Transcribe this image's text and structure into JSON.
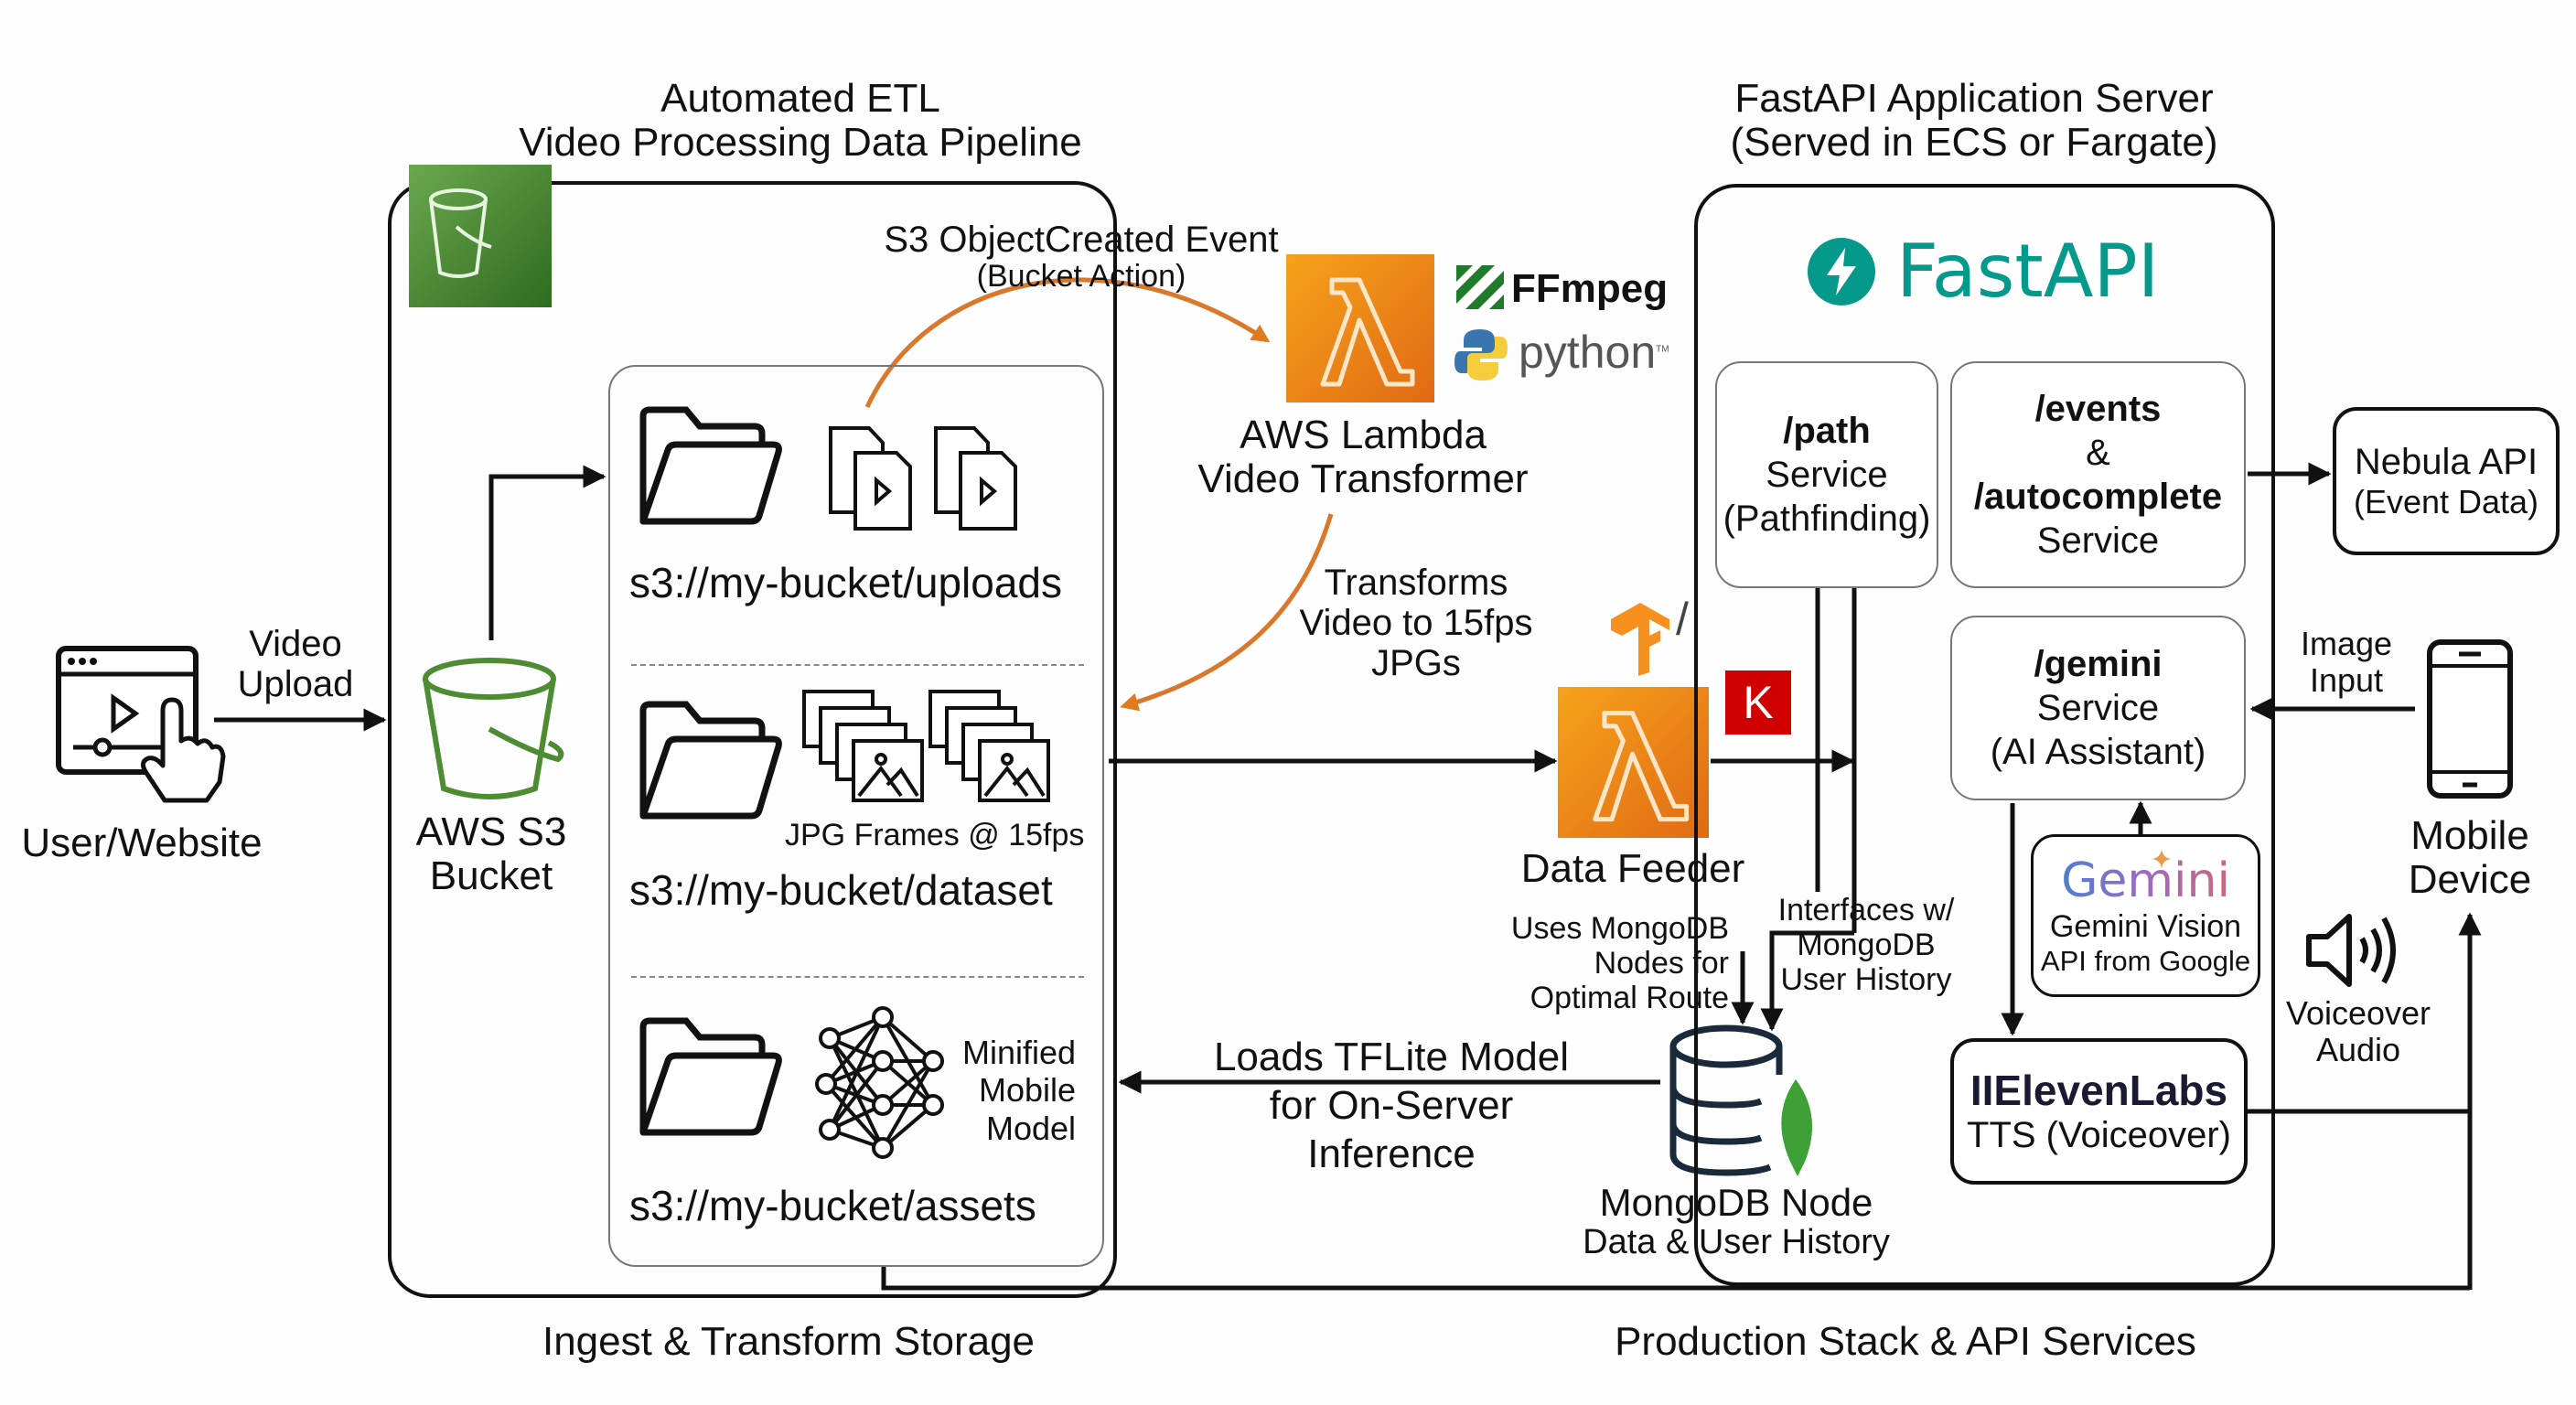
{
  "colors": {
    "aws_orange": "#F28A1E",
    "s3_green": "#3F8624",
    "fastapi_teal": "#05998B",
    "arrow_orange": "#D9782A",
    "mongo_green": "#3FA037",
    "keras_red": "#D00000",
    "ffmpeg_green": "#1F7A2B"
  },
  "sections": {
    "etl_title_line1": "Automated ETL",
    "etl_title_line2": "Video Processing Data Pipeline",
    "fastapi_title_line1": "FastAPI Application Server",
    "fastapi_title_line2": "(Served in ECS or Fargate)",
    "bottom_left": "Ingest & Transform Storage",
    "bottom_right": "Production Stack & API Services"
  },
  "user": {
    "label": "User/Website",
    "icon": "browser-video-click-icon",
    "arrow_label_line1": "Video",
    "arrow_label_line2": "Upload"
  },
  "s3": {
    "label_line1": "AWS S3",
    "label_line2": "Bucket",
    "icon": "s3-bucket-icon"
  },
  "storage": {
    "folders": [
      {
        "path": "s3://my-bucket/uploads",
        "icon": "video-file-icon"
      },
      {
        "path": "s3://my-bucket/dataset",
        "icon": "image-frames-icon",
        "caption": "JPG Frames @ 15fps"
      },
      {
        "path": "s3://my-bucket/assets",
        "icon": "neural-network-icon",
        "caption_lines": [
          "Minified",
          "Mobile",
          "Model"
        ]
      }
    ]
  },
  "event_arrow": {
    "line1": "S3 ObjectCreated Event",
    "line2": "(Bucket Action)"
  },
  "lambda_transformer": {
    "line1": "AWS Lambda",
    "line2": "Video Transformer",
    "ffmpeg_label": "FFmpeg",
    "python_label": "python",
    "python_tm": "TM"
  },
  "transform_arrow": {
    "lines": [
      "Transforms",
      "Video to 15fps",
      "JPGs"
    ]
  },
  "data_feeder": {
    "label": "Data Feeder",
    "slash": "/",
    "keras_letter": "K"
  },
  "mongo_arrows": {
    "left_lines": [
      "Uses MongoDB",
      "Nodes for",
      "Optimal Route"
    ],
    "right_lines": [
      "Interfaces w/",
      "MongoDB",
      "User History"
    ]
  },
  "mongodb": {
    "label_line1": "MongoDB Node",
    "label_line2": "Data & User History"
  },
  "tflite_arrow": {
    "lines": [
      "Loads TFLite Model",
      "for On-Server",
      "Inference"
    ]
  },
  "fastapi": {
    "logo_text": "FastAPI",
    "services": {
      "path": {
        "title": "/path",
        "line2": "Service",
        "line3": "(Pathfinding)"
      },
      "events": {
        "title1": "/events",
        "amp": "&",
        "title2": "/autocomplete",
        "line4": "Service"
      },
      "gemini": {
        "title": "/gemini",
        "line2": "Service",
        "line3": "(AI Assistant)"
      }
    },
    "gemini_api": {
      "logo": "Gemini",
      "line1": "Gemini Vision",
      "line2": "API from Google"
    },
    "elevenlabs": {
      "logo": "IIElevenLabs",
      "line2": "TTS (Voiceover)"
    }
  },
  "nebula": {
    "line1": "Nebula API",
    "line2": "(Event Data)"
  },
  "mobile": {
    "label_line1": "Mobile",
    "label_line2": "Device",
    "image_input_line1": "Image",
    "image_input_line2": "Input",
    "voiceover_line1": "Voiceover",
    "voiceover_line2": "Audio"
  }
}
